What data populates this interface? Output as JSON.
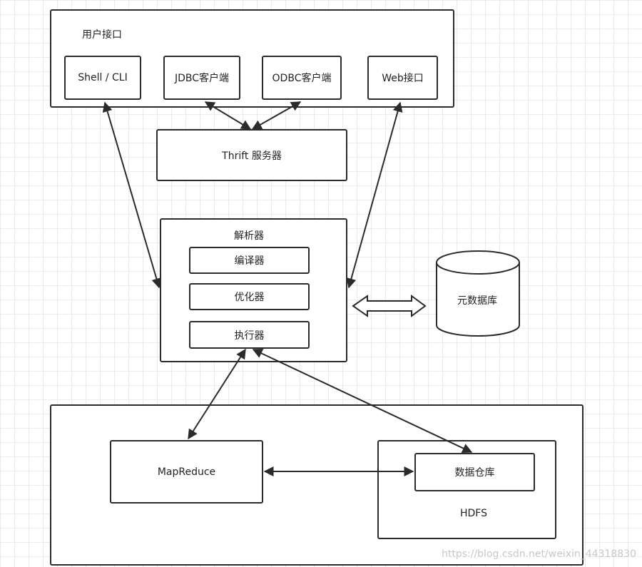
{
  "user_interface": {
    "title": "用户接口",
    "items": [
      "Shell / CLI",
      "JDBC客户端",
      "ODBC客户端",
      "Web接口"
    ]
  },
  "thrift": {
    "label": "Thrift 服务器"
  },
  "parser": {
    "title": "解析器",
    "items": [
      "编译器",
      "优化器",
      "执行器"
    ]
  },
  "metastore": {
    "label": "元数据库"
  },
  "hadoop": {
    "mapreduce": "MapReduce",
    "warehouse": "数据仓库",
    "hdfs": "HDFS"
  },
  "watermark": "https://blog.csdn.net/weixin_44318830"
}
